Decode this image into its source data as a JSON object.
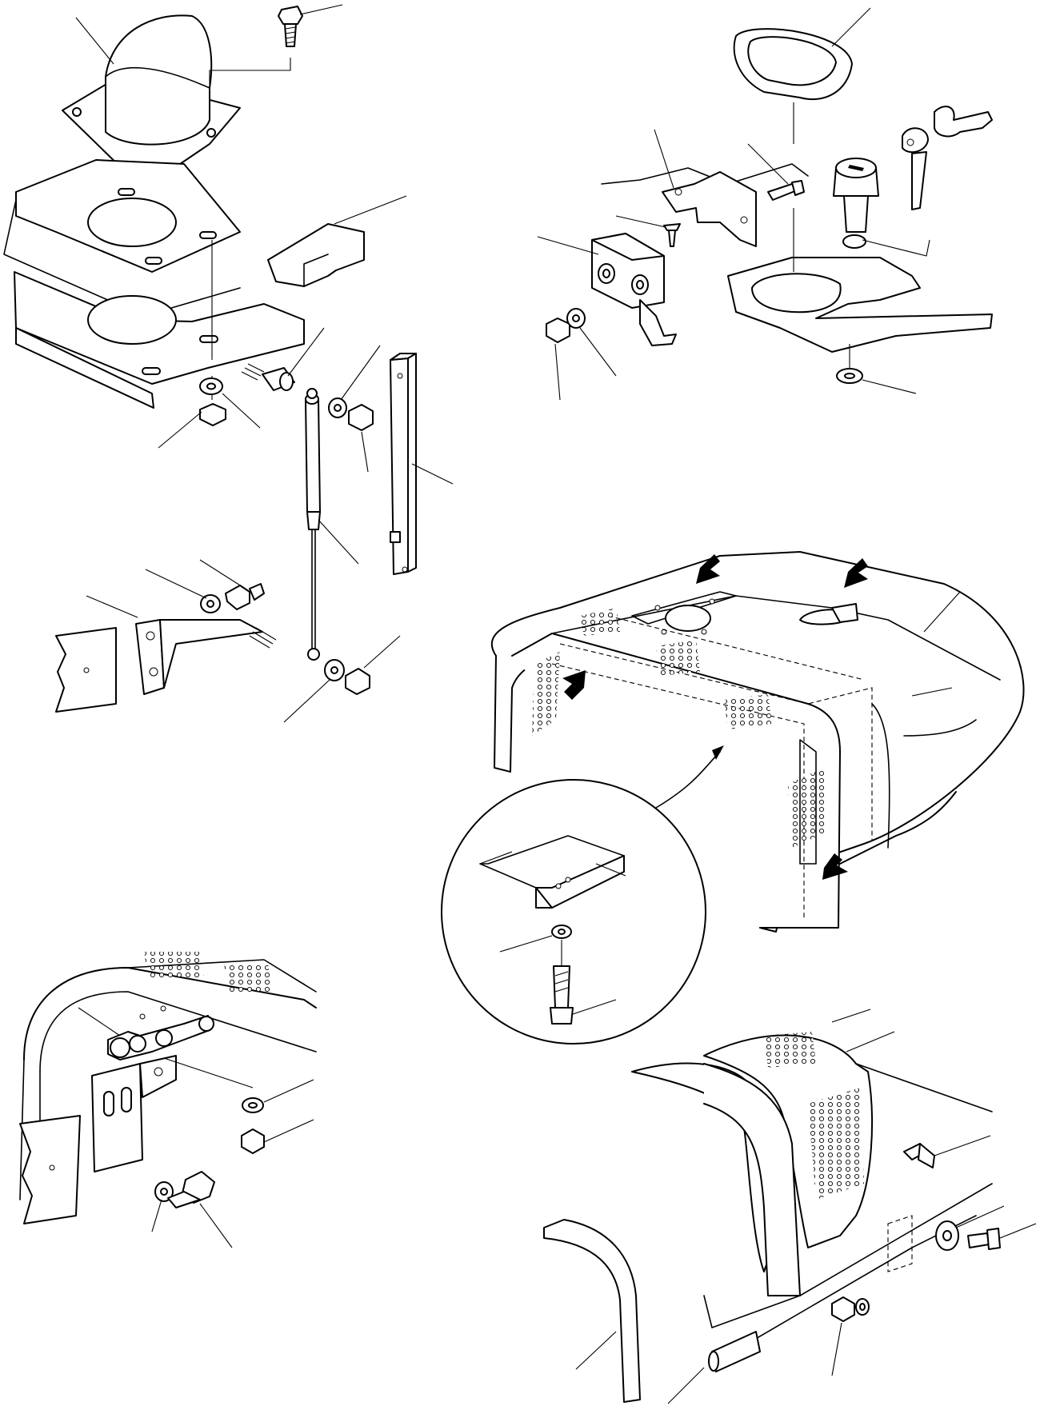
{
  "figure": {
    "kind": "exploded parts drawing",
    "text_labels": [],
    "ink_color": "#000000",
    "paper_color": "#ffffff"
  },
  "views": [
    {
      "id": "exhaust-and-gas-spring",
      "parts": [
        "exhaust-elbow",
        "flange-bolt",
        "gasket",
        "cover-plate",
        "rubber-block",
        "spacer",
        "washer",
        "nut",
        "gas-spring",
        "stay-rod",
        "mount-bracket"
      ]
    },
    {
      "id": "lock-and-latch",
      "parts": [
        "grommet",
        "lock-cylinder",
        "keys",
        "latch-bracket",
        "latch-block",
        "screw",
        "bolt",
        "washer",
        "nut"
      ]
    },
    {
      "id": "engine-hood-assembly",
      "parts": [
        "hood",
        "perforated-grille",
        "detail-magnifier",
        "bolt",
        "washer",
        "pointer-arrows"
      ]
    },
    {
      "id": "hood-hinge",
      "parts": [
        "hood",
        "hinge",
        "hinge-bracket",
        "washer",
        "nut",
        "bolt"
      ]
    },
    {
      "id": "side-cover-and-seals",
      "parts": [
        "side-cover",
        "trim-seal",
        "rubber-seal",
        "screw",
        "washer",
        "nut"
      ]
    }
  ]
}
